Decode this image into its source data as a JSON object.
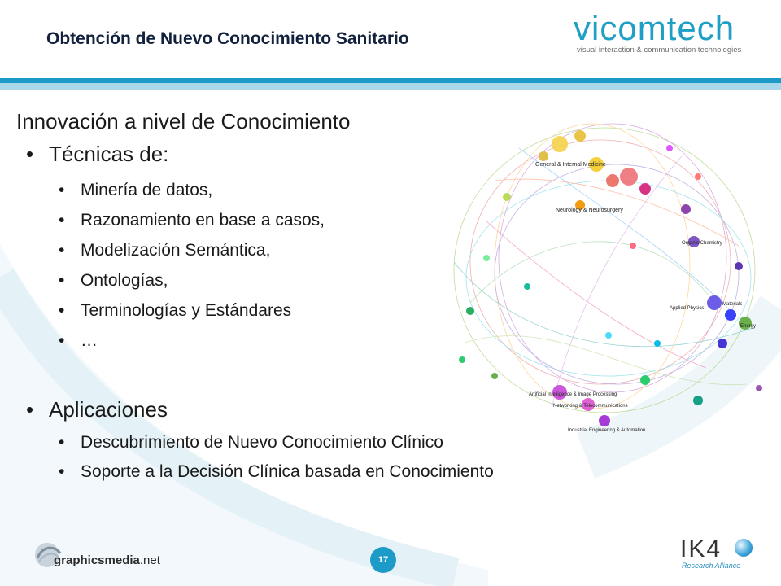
{
  "header": {
    "title": "Obtención de Nuevo Conocimiento Sanitario",
    "logo_word": "vicomtech",
    "logo_tagline": "visual interaction & communication technologies"
  },
  "colors": {
    "accent": "#1c9bc8",
    "accent_light": "#a9d8ea",
    "title": "#12213d"
  },
  "main": {
    "heading": "Innovación a nivel de Conocimiento",
    "sections": [
      {
        "label": "Técnicas de:",
        "items": [
          "Minería de datos,",
          "Razonamiento en base a casos,",
          "Modelización Semántica,",
          "Ontologías,",
          "Terminologías y Estándares",
          "…"
        ]
      },
      {
        "label": "Aplicaciones",
        "items": [
          "Descubrimiento de Nuevo Conocimiento Clínico",
          "Soporte a la Decisión Clínica basada en Conocimiento"
        ]
      }
    ]
  },
  "network_labels": {
    "general_medicine": "General & Internal Medicine",
    "neurology": "Neurology & Neurosurgery",
    "applied_physics": "Applied Physics",
    "materials": "Materials",
    "energy": "Energy",
    "image_processing": "Artificial Intelligence & Image Processing",
    "networking": "Networking & Telecommunications",
    "industrial": "Industrial Engineering & Automation",
    "organic_chemistry": "Organic Chemistry"
  },
  "footer": {
    "left_logo_bold": "graphicsmedia",
    "left_logo_suffix": ".net",
    "page_number": "17",
    "right_logo_word": "IK4",
    "right_logo_sub": "Research Alliance"
  }
}
